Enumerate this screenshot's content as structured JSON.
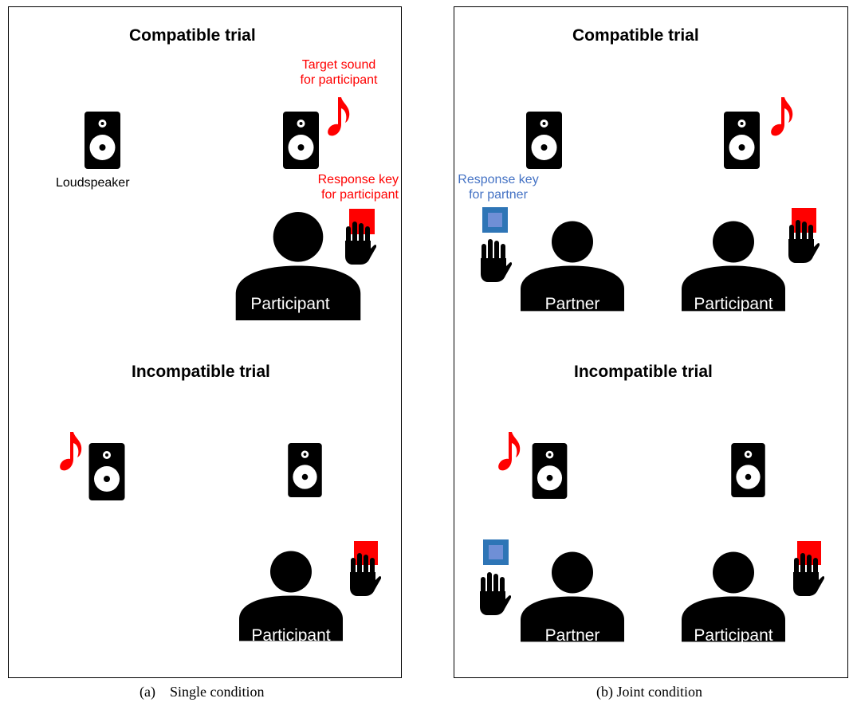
{
  "panels": {
    "single": {
      "caption": "(a)    Single condition",
      "compatible_title": "Compatible trial",
      "incompatible_title": "Incompatible trial",
      "target_sound_label_line1": "Target sound",
      "target_sound_label_line2": "for participant",
      "loudspeaker_label": "Loudspeaker",
      "response_key_label_line1": "Response key",
      "response_key_label_line2": "for participant",
      "participant_label": "Participant",
      "participant_label_2": "Participant"
    },
    "joint": {
      "caption": "(b) Joint condition",
      "compatible_title": "Compatible trial",
      "incompatible_title": "Incompatible trial",
      "partner_key_label_line1": "Response key",
      "partner_key_label_line2": "for partner",
      "partner_label": "Partner",
      "participant_label": "Participant",
      "partner_label_2": "Partner",
      "participant_label_2": "Participant"
    }
  },
  "colors": {
    "target": "#ff0000",
    "participant_key": "#ff0000",
    "partner_key": "#2e75b6",
    "partner_key_inner": "#4472c4",
    "icon": "#000000"
  },
  "icons": [
    "speaker-icon",
    "music-note-icon",
    "person-icon",
    "hand-icon",
    "response-key-icon"
  ]
}
